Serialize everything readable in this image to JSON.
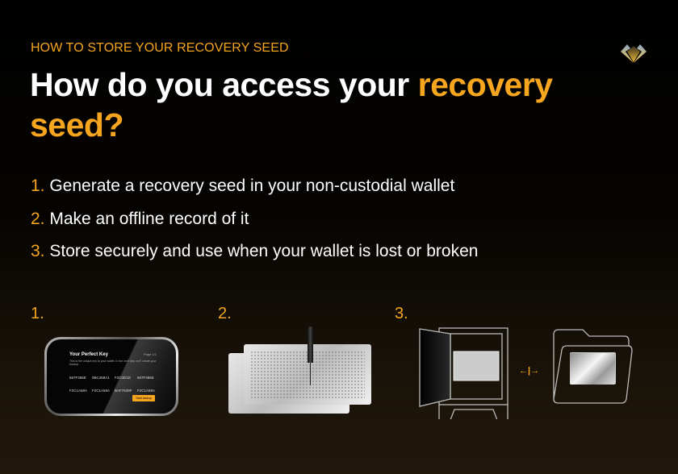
{
  "eyebrow": "HOW TO STORE YOUR RECOVERY SEED",
  "title": {
    "part1": "How do you access your ",
    "highlight": "recovery seed?"
  },
  "steps": [
    {
      "n": "1.",
      "text": " Generate a recovery seed in your non-custodial wallet"
    },
    {
      "n": "2.",
      "text": " Make an offline record of it"
    },
    {
      "n": "3.",
      "text": " Store securely and use when your wallet is lost or broken"
    }
  ],
  "illustrations": [
    {
      "n": "1.",
      "device": {
        "title": "Your Perfect Key",
        "page": "Page 1/1",
        "desc": "This is the unique key to your wallet. In the next step we'll create your backup.",
        "codes": [
          "667F365E",
          "0BC459A1",
          "F2C0D1D",
          "667F365E",
          "F2C1A58A",
          "F2C1A58A",
          "BAF7639F",
          "F2C1A58A"
        ],
        "button": "Start backup"
      }
    },
    {
      "n": "2."
    },
    {
      "n": "3.",
      "arrow": "←|→"
    }
  ],
  "colors": {
    "accent": "#f5a51e",
    "background": "#000000"
  },
  "logo": "diamond-logo"
}
